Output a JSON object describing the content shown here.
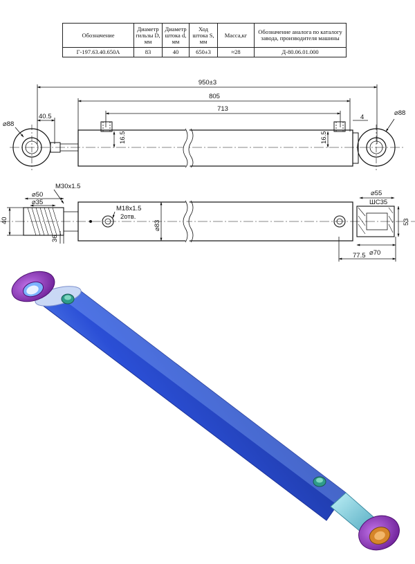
{
  "table": {
    "headers": [
      "Обозначение",
      "Диаметр гильзы D, мм",
      "Диаметр штока d, мм",
      "Ход штока S, мм",
      "Масса,кг",
      "Обозначение аналога по каталогу завода, производителя машины"
    ],
    "row": [
      "Г-197.63.40.650А",
      "83",
      "40",
      "650±3",
      "≈28",
      "Д-80.06.01.000"
    ]
  },
  "drawing": {
    "overall_length": "950±3",
    "body_length": "805",
    "port_spacing": "713",
    "eye_offset": "40.5",
    "eye_diameter_left": "⌀88",
    "eye_diameter_right": "⌀88",
    "right_gap": "4",
    "port_height_left": "16.5",
    "port_height_right": "16.5",
    "rod_thread": "M30x1.5",
    "rod_eye_outer": "⌀50",
    "rod_eye_inner": "⌀35",
    "rod_eye_width": "40",
    "rod_eye_thickness": "36",
    "port_thread": "M18x1.5",
    "port_holes": "2отв.",
    "body_diameter": "⌀83",
    "cap_eye_outer": "⌀55",
    "bearing": "ШС35",
    "cap_width": "53",
    "cap_diameter": "⌀70",
    "cap_length": "77.5"
  },
  "colors": {
    "barrel": "#2b4fd6",
    "rod": "#6ec6d8",
    "eye": "#8a2bb8",
    "bushing": "#d6852a"
  }
}
